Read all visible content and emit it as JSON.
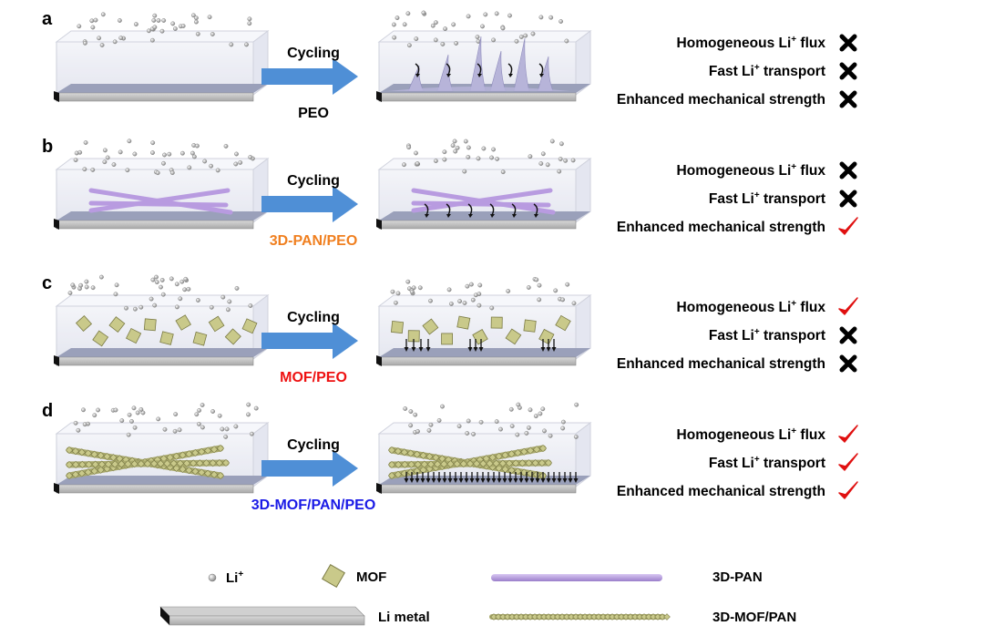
{
  "panels": [
    {
      "letter": "a",
      "arrow_label": "Cycling",
      "material": "PEO",
      "material_color": "#000000",
      "properties": [
        {
          "name": "Homogeneous Li",
          "ion": "+",
          "suffix": " flux",
          "status": "cross"
        },
        {
          "name": "Fast Li",
          "ion": "+",
          "suffix": " transport",
          "status": "cross"
        },
        {
          "name": "Enhanced mechanical strength",
          "ion": "",
          "suffix": "",
          "status": "cross"
        }
      ]
    },
    {
      "letter": "b",
      "arrow_label": "Cycling",
      "material": "3D-PAN/PEO",
      "material_color": "#f07f1f",
      "properties": [
        {
          "name": "Homogeneous Li",
          "ion": "+",
          "suffix": " flux",
          "status": "cross"
        },
        {
          "name": "Fast Li",
          "ion": "+",
          "suffix": " transport",
          "status": "cross"
        },
        {
          "name": "Enhanced mechanical strength",
          "ion": "",
          "suffix": "",
          "status": "check"
        }
      ]
    },
    {
      "letter": "c",
      "arrow_label": "Cycling",
      "material": "MOF/PEO",
      "material_color": "#ee1111",
      "properties": [
        {
          "name": "Homogeneous Li",
          "ion": "+",
          "suffix": " flux",
          "status": "check"
        },
        {
          "name": "Fast Li",
          "ion": "+",
          "suffix": " transport",
          "status": "cross"
        },
        {
          "name": "Enhanced mechanical strength",
          "ion": "",
          "suffix": "",
          "status": "cross"
        }
      ]
    },
    {
      "letter": "d",
      "arrow_label": "Cycling",
      "material": "3D-MOF/PAN/PEO",
      "material_color": "#1a1ae6",
      "properties": [
        {
          "name": "Homogeneous Li",
          "ion": "+",
          "suffix": " flux",
          "status": "check"
        },
        {
          "name": "Fast Li",
          "ion": "+",
          "suffix": " transport",
          "status": "check"
        },
        {
          "name": "Enhanced mechanical strength",
          "ion": "",
          "suffix": "",
          "status": "check"
        }
      ]
    }
  ],
  "legend": {
    "li_ion": {
      "text": "Li",
      "sup": "+"
    },
    "mof": "MOF",
    "pan": "3D-PAN",
    "li_metal": "Li metal",
    "mof_pan": "3D-MOF/PAN"
  },
  "colors": {
    "cycling_arrow": "#4f8fd6",
    "check": "#e01010",
    "cross": "#000000",
    "pan_fiber": "#b89be0",
    "mof_crystal": "#c9c98a",
    "li_metal": "#bdbdbd",
    "electrolyte_box": "#eef0f6"
  },
  "icons": {
    "check": "checkmark-icon",
    "cross": "cross-icon"
  }
}
